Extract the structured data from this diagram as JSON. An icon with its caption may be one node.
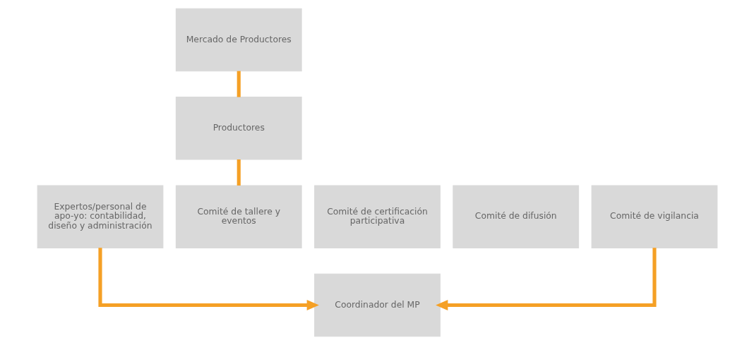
{
  "diagram": {
    "nodes": [
      {
        "text": [
          "Mercado de Productores"
        ]
      },
      {
        "text": [
          "Productores"
        ]
      },
      {
        "text": [
          "Expertos/personal de apo-yo: contabilidad, diseño y administración"
        ]
      },
      {
        "text": [
          "Comité de tallere y eventos"
        ]
      },
      {
        "text": [
          "Comité de certificación participativa"
        ]
      },
      {
        "text": [
          "Comité de difusión"
        ]
      },
      {
        "text": [
          "Comité de vigilancia"
        ]
      },
      {
        "text": [
          "Coordinador del MP"
        ]
      }
    ],
    "edges": [
      {
        "from": 0,
        "to": 1,
        "arrow": "none"
      },
      {
        "from": 1,
        "to": 3,
        "arrow": "none"
      },
      {
        "from": 2,
        "to": 7,
        "arrow": "to"
      },
      {
        "from": 6,
        "to": 7,
        "arrow": "to"
      }
    ]
  }
}
